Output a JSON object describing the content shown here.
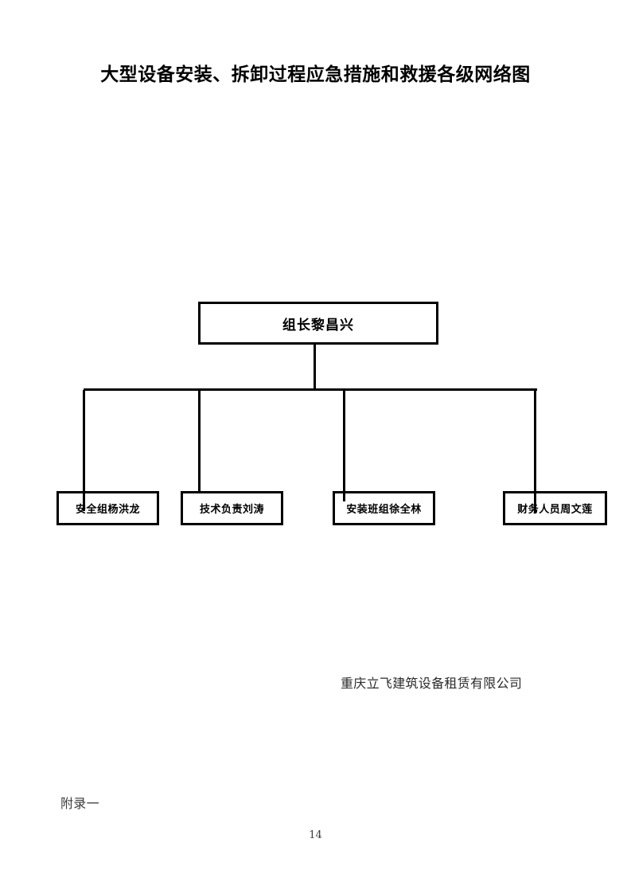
{
  "document": {
    "title": "大型设备安装、拆卸过程应急措施和救援各级网络图",
    "page_number": "14",
    "company": "重庆立飞建筑设备租赁有限公司",
    "appendix": "附录一"
  },
  "chart_data": {
    "type": "diagram",
    "title": "大型设备安装、拆卸过程应急措施和救援各级网络图",
    "root": {
      "label": "组长黎昌兴"
    },
    "children": [
      {
        "label": "安全组杨洪龙"
      },
      {
        "label": "技术负责刘涛"
      },
      {
        "label": "安装班组徐全林"
      },
      {
        "label": "财务人员周文莲"
      }
    ]
  }
}
